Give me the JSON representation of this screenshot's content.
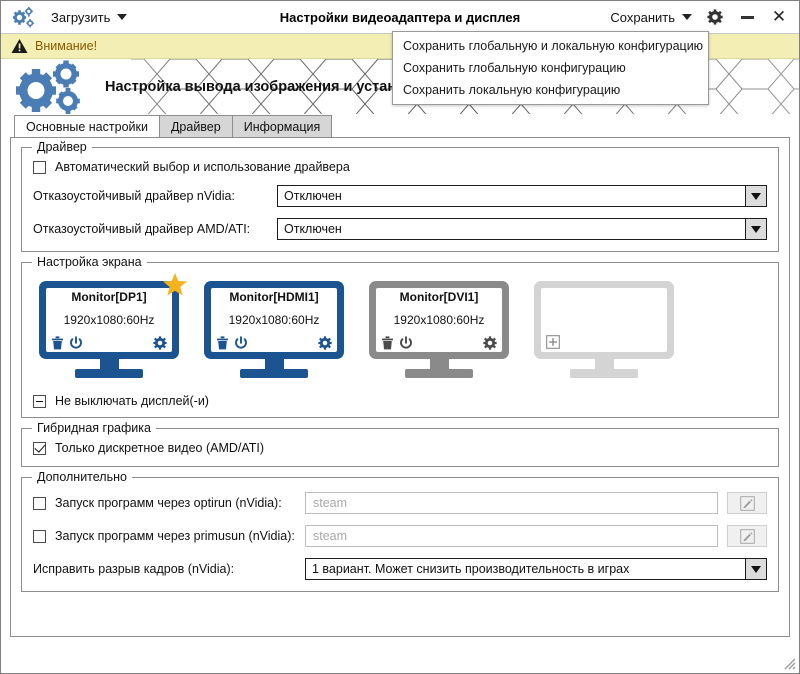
{
  "window": {
    "title": "Настройки видеоадаптера и дисплея",
    "load_menu_label": "Загрузить",
    "save_menu_label": "Сохранить",
    "settings_icon": "gear-icon",
    "minimize_icon": "minimize-icon",
    "close_icon": "close-icon",
    "app_icon": "gears-icon"
  },
  "save_dropdown": {
    "items": [
      {
        "label": "Сохранить глобальную и локальную конфигурацию"
      },
      {
        "label": "Сохранить глобальную конфигурацию"
      },
      {
        "label": "Сохранить локальную конфигурацию"
      }
    ]
  },
  "warning": {
    "icon": "warning-triangle-icon",
    "text": "Внимание!"
  },
  "banner": {
    "logo_icon": "gears-logo-icon",
    "title": "Настройка вывода изображения и установка драйвера видеокарты"
  },
  "tabs": [
    {
      "label": "Основные настройки",
      "active": true
    },
    {
      "label": "Драйвер",
      "active": false
    },
    {
      "label": "Информация",
      "active": false
    }
  ],
  "driver_group": {
    "legend": "Драйвер",
    "auto_driver": {
      "label": "Автоматический выбор и использование драйвера",
      "state": "unchecked"
    },
    "nvidia": {
      "label": "Отказоустойчивый драйвер nVidia:",
      "value": "Отключен"
    },
    "amd": {
      "label": "Отказоустойчивый драйвер AMD/ATI:",
      "value": "Отключен"
    }
  },
  "screen_group": {
    "legend": "Настройка экрана",
    "monitors": [
      {
        "name": "Monitor[DP1]",
        "resolution": "1920x1080:60Hz",
        "style": "blue",
        "primary": true,
        "star_icon": "star-icon",
        "icons": [
          "trash-icon",
          "power-icon",
          "gear-icon"
        ]
      },
      {
        "name": "Monitor[HDMI1]",
        "resolution": "1920x1080:60Hz",
        "style": "blue",
        "primary": false,
        "icons": [
          "trash-icon",
          "power-icon",
          "gear-icon"
        ]
      },
      {
        "name": "Monitor[DVI1]",
        "resolution": "1920x1080:60Hz",
        "style": "gray",
        "primary": false,
        "icons": [
          "trash-icon",
          "power-icon",
          "gear-icon"
        ]
      },
      {
        "name": "",
        "resolution": "",
        "style": "empty",
        "primary": false,
        "icons": [
          "plus-box-icon"
        ]
      }
    ],
    "keep_displays_on": {
      "label": "Не выключать дисплей(-и)",
      "state": "indeterminate"
    }
  },
  "hybrid_group": {
    "legend": "Гибридная графика",
    "discrete_only": {
      "label": "Только дискретное видео (AMD/ATI)",
      "state": "checked"
    }
  },
  "extra_group": {
    "legend": "Дополнительно",
    "optirun": {
      "label": "Запуск программ через optirun (nVidia):",
      "state": "unchecked",
      "placeholder": "steam",
      "value": "",
      "edit_icon": "pencil-icon"
    },
    "primusun": {
      "label": "Запуск программ через primusun (nVidia):",
      "state": "unchecked",
      "placeholder": "steam",
      "value": "",
      "edit_icon": "pencil-icon"
    },
    "tearfix": {
      "label": "Исправить разрыв кадров (nVidia):",
      "value": "1 вариант. Может снизить производительность в играх"
    }
  },
  "colors": {
    "accent_blue": "#1b5490",
    "warning_bg": "#f3eeb3",
    "monitor_gray": "#8a8a8a",
    "monitor_empty": "#d4d4d4",
    "star_yellow": "#f2b31f"
  }
}
